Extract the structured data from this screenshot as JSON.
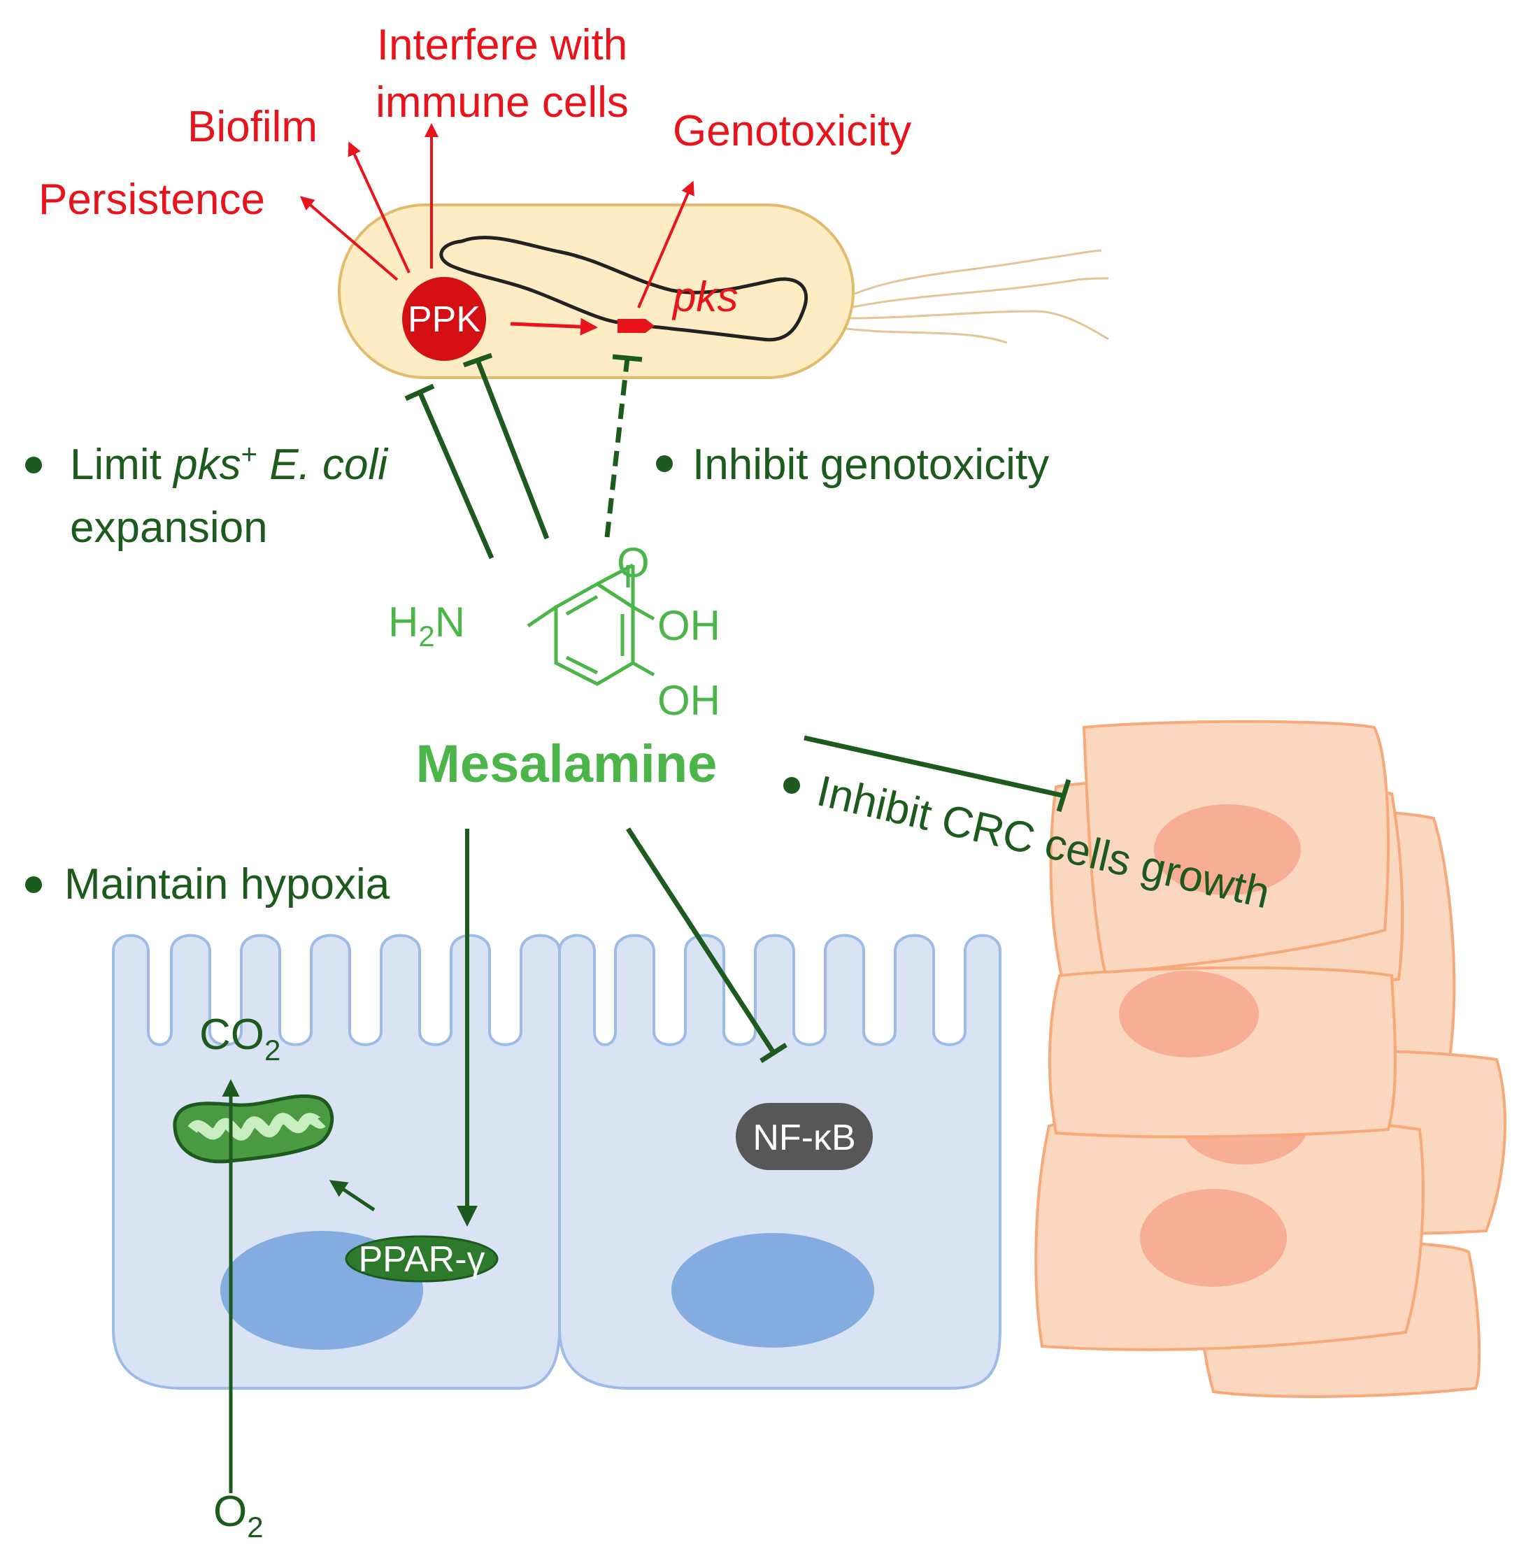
{
  "bacterium": {
    "effects": {
      "persistence": "Persistence",
      "biofilm": "Biofilm",
      "interfere_line1": "Interfere with",
      "interfere_line2": "immune cells",
      "genotoxicity": "Genotoxicity"
    },
    "ppk_label": "PPK",
    "pks_label": "pks"
  },
  "mesalamine": {
    "name": "Mesalamine",
    "structure": {
      "amine_h": "H",
      "amine_sub": "2",
      "amine_n": "N",
      "carbonyl_o": "O",
      "acid_oh": "OH",
      "phenol_oh": "OH"
    }
  },
  "effects": {
    "limit_line1_prefix": "Limit ",
    "limit_line1_pks": "pks",
    "limit_line1_sup": "+",
    "limit_line1_ecoli": " E. coli",
    "limit_line2": "expansion",
    "inhibit_genotoxicity": "Inhibit genotoxicity",
    "inhibit_crc": "Inhibit CRC cells growth",
    "maintain_hypoxia": "Maintain hypoxia"
  },
  "epithelium": {
    "co2_main": "CO",
    "co2_sub": "2",
    "o2_main": "O",
    "o2_sub": "2",
    "ppar_label": "PPAR-γ",
    "nfkb_label": "NF-κB"
  },
  "colors": {
    "red": "#e8131b",
    "dark_green": "#1d5a1d",
    "light_green": "#4cb54a",
    "cell_blue": "#d9e3f4",
    "nucleus_blue": "#84ace0",
    "crc_peach": "#fcd7bf",
    "crc_nucleus": "#f7ae94"
  }
}
